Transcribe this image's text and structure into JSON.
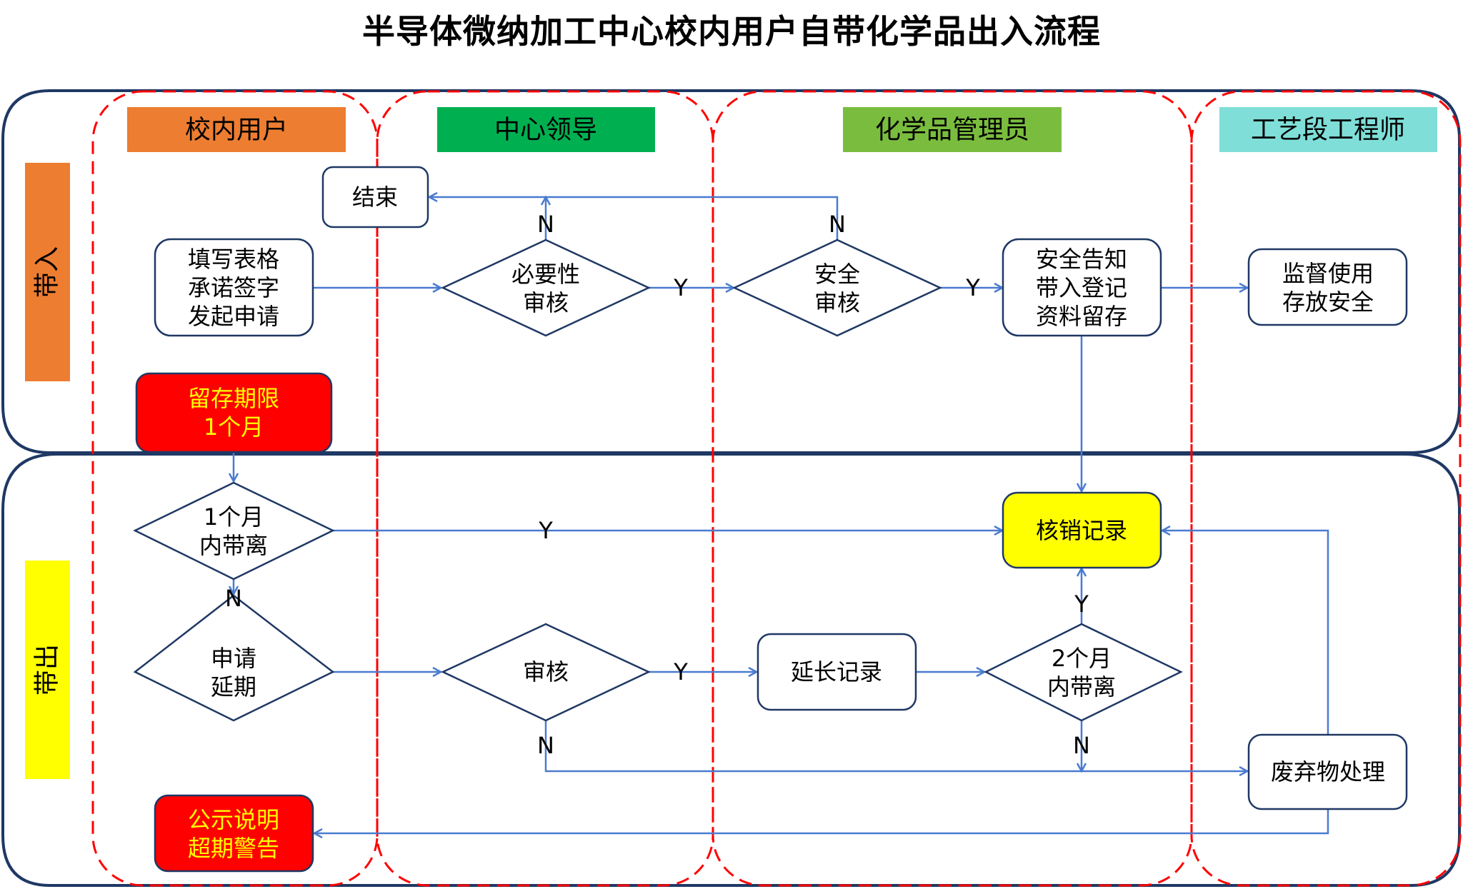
{
  "title": "半导体微纳加工中心校内用户自带化学品出入流程",
  "colors": {
    "frame": "#1f3864",
    "column_divider": "#ff0000",
    "edge": "#4a7bd0",
    "header_user": "#ed7d31",
    "header_leader": "#00b050",
    "header_admin": "#7abd3e",
    "header_engineer": "#7fded8",
    "row_in": "#ed7d31",
    "row_out": "#ffff00",
    "warning_fill": "#ff0000",
    "warning_text": "#ffff00",
    "highlight_fill": "#ffff00"
  },
  "columns": [
    {
      "label": "校内用户"
    },
    {
      "label": "中心领导"
    },
    {
      "label": "化学品管理员"
    },
    {
      "label": "工艺段工程师"
    }
  ],
  "rows": [
    {
      "label": "带入"
    },
    {
      "label": "带出"
    }
  ],
  "nodes": {
    "end": {
      "lines": [
        "结束"
      ]
    },
    "apply": {
      "lines": [
        "填写表格",
        "承诺签字",
        "发起申请"
      ]
    },
    "necessity_review": {
      "lines": [
        "必要性",
        "审核"
      ]
    },
    "safety_review": {
      "lines": [
        "安全",
        "审核"
      ]
    },
    "register": {
      "lines": [
        "安全告知",
        "带入登记",
        "资料留存"
      ]
    },
    "supervise": {
      "lines": [
        "监督使用",
        "存放安全"
      ]
    },
    "retention_limit": {
      "lines": [
        "留存期限",
        "1个月"
      ]
    },
    "leave_1m": {
      "lines": [
        "1个月",
        "内带离"
      ]
    },
    "writeoff": {
      "lines": [
        "核销记录"
      ]
    },
    "apply_extend": {
      "lines": [
        "申请",
        "延期"
      ]
    },
    "extend_review": {
      "lines": [
        "审核"
      ]
    },
    "extend_record": {
      "lines": [
        "延长记录"
      ]
    },
    "leave_2m": {
      "lines": [
        "2个月",
        "内带离"
      ]
    },
    "waste": {
      "lines": [
        "废弃物处理"
      ]
    },
    "notice": {
      "lines": [
        "公示说明",
        "超期警告"
      ]
    }
  },
  "edge_labels": {
    "necessity_no": "N",
    "necessity_yes": "Y",
    "safety_no": "N",
    "safety_yes": "Y",
    "leave_1m_yes": "Y",
    "leave_1m_no": "N",
    "extend_review_yes": "Y",
    "extend_review_no": "N",
    "leave_2m_yes": "Y",
    "leave_2m_no": "N"
  }
}
